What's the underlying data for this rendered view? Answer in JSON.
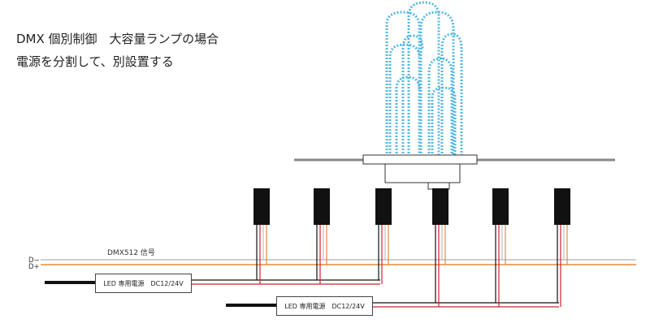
{
  "title": {
    "line1": "DMX 個別制御　大容量ランプの場合",
    "line2": "電源を分割して、別設置する"
  },
  "signal": {
    "label": "DMX512 信号",
    "d_minus": "D−",
    "d_plus": "D+"
  },
  "power_supplies": [
    {
      "label": "LED 専用電源　DC12/24V"
    },
    {
      "label": "LED 専用電源　DC12/24V"
    }
  ],
  "colors": {
    "water": "#56b8e2",
    "dmx_minus": "#bdbdbd",
    "dmx_plus": "#e58a3c",
    "power_red": "#d0202e",
    "cable_black": "#111111"
  }
}
